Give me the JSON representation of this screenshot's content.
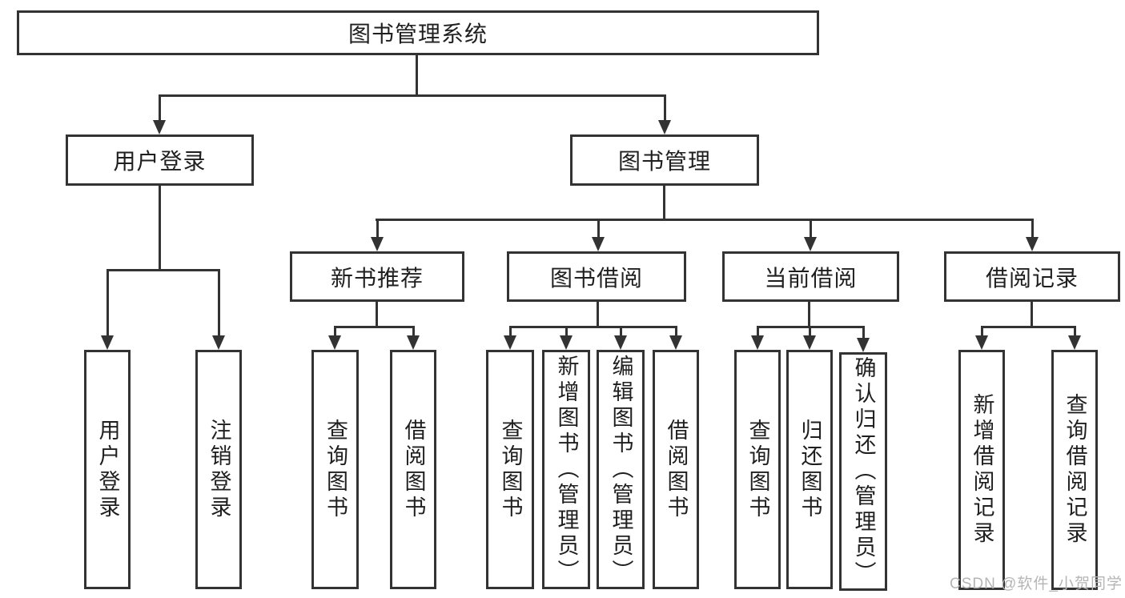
{
  "diagram": {
    "root": {
      "label": "图书管理系统"
    },
    "level2": [
      {
        "id": "user-login",
        "label": "用户登录"
      },
      {
        "id": "book-management",
        "label": "图书管理"
      }
    ],
    "level3": [
      {
        "id": "new-book-recommend",
        "label": "新书推荐"
      },
      {
        "id": "book-borrow",
        "label": "图书借阅"
      },
      {
        "id": "current-borrow",
        "label": "当前借阅"
      },
      {
        "id": "borrow-records",
        "label": "借阅记录"
      }
    ],
    "leaves": [
      {
        "id": "user-login-leaf",
        "label": "用户登录",
        "parent": "user-login"
      },
      {
        "id": "logout",
        "label": "注销登录",
        "parent": "user-login"
      },
      {
        "id": "query-books-recommend",
        "label": "查询图书",
        "parent": "new-book-recommend"
      },
      {
        "id": "borrow-books-recommend",
        "label": "借阅图书",
        "parent": "new-book-recommend"
      },
      {
        "id": "query-books-borrow",
        "label": "查询图书",
        "parent": "book-borrow"
      },
      {
        "id": "add-books-admin",
        "label": "新增图书（管理员）",
        "parent": "book-borrow"
      },
      {
        "id": "edit-books-admin",
        "label": "编辑图书（管理员）",
        "parent": "book-borrow"
      },
      {
        "id": "borrow-books",
        "label": "借阅图书",
        "parent": "book-borrow"
      },
      {
        "id": "query-books-current",
        "label": "查询图书",
        "parent": "current-borrow"
      },
      {
        "id": "return-books",
        "label": "归还图书",
        "parent": "current-borrow"
      },
      {
        "id": "confirm-return-admin",
        "label": "确认归还（管理员）",
        "parent": "current-borrow"
      },
      {
        "id": "add-borrow-record",
        "label": "新增借阅记录",
        "parent": "borrow-records"
      },
      {
        "id": "query-borrow-record",
        "label": "查询借阅记录",
        "parent": "borrow-records"
      }
    ]
  },
  "watermark": {
    "text": "CSDN @软件_小贺同学"
  },
  "colors": {
    "line": "#333333",
    "text": "#1f1f1f",
    "background": "#ffffff",
    "watermark": "#b5b5b5"
  }
}
